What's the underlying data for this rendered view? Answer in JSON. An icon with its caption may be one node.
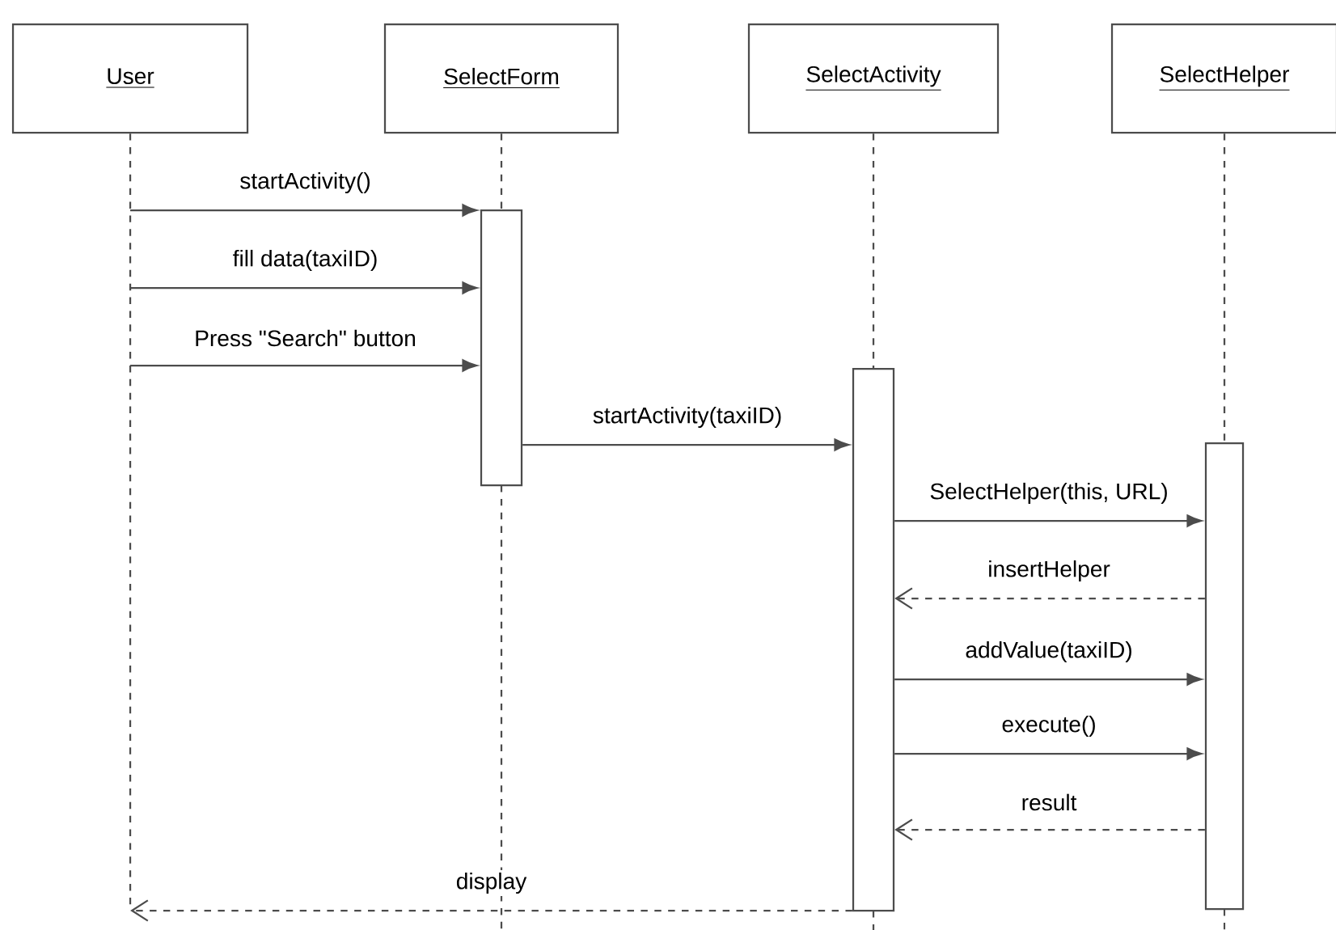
{
  "diagram": {
    "nodes": [
      {
        "text": [
          "User"
        ]
      },
      {
        "text": [
          "SelectForm"
        ]
      },
      {
        "text": [
          "SelectActivity"
        ]
      },
      {
        "text": [
          "SelectHelper"
        ]
      },
      {
        "text": [],
        "shape": "bar"
      },
      {
        "text": [],
        "shape": "bar"
      },
      {
        "text": [],
        "shape": "bar"
      }
    ],
    "edges": [
      {
        "from": 0,
        "to": 4,
        "arrow": "to",
        "label": "startActivity()"
      },
      {
        "from": 0,
        "to": 4,
        "arrow": "to",
        "label": "fill data(taxiID)"
      },
      {
        "from": 0,
        "to": 4,
        "arrow": "to",
        "label": "Press \"Search\" button"
      },
      {
        "from": 4,
        "to": 5,
        "arrow": "to",
        "label": "startActivity(taxiID)"
      },
      {
        "from": 5,
        "to": 6,
        "arrow": "to",
        "label": "SelectHelper(this, URL)"
      },
      {
        "from": 6,
        "to": 5,
        "arrow": "to",
        "label": "insertHelper",
        "style": "dashed"
      },
      {
        "from": 5,
        "to": 6,
        "arrow": "to",
        "label": "addValue(taxiID)"
      },
      {
        "from": 5,
        "to": 6,
        "arrow": "to",
        "label": "execute()"
      },
      {
        "from": 6,
        "to": 5,
        "arrow": "to",
        "label": "result",
        "style": "dashed"
      },
      {
        "from": 5,
        "to": 0,
        "arrow": "to",
        "label": "display",
        "style": "dashed"
      },
      {
        "from": 1,
        "to": 4,
        "arrow": "none",
        "style": "dashed"
      },
      {
        "from": 2,
        "to": 5,
        "arrow": "none",
        "style": "dashed"
      },
      {
        "from": 3,
        "to": 6,
        "arrow": "none",
        "style": "dashed"
      }
    ]
  }
}
